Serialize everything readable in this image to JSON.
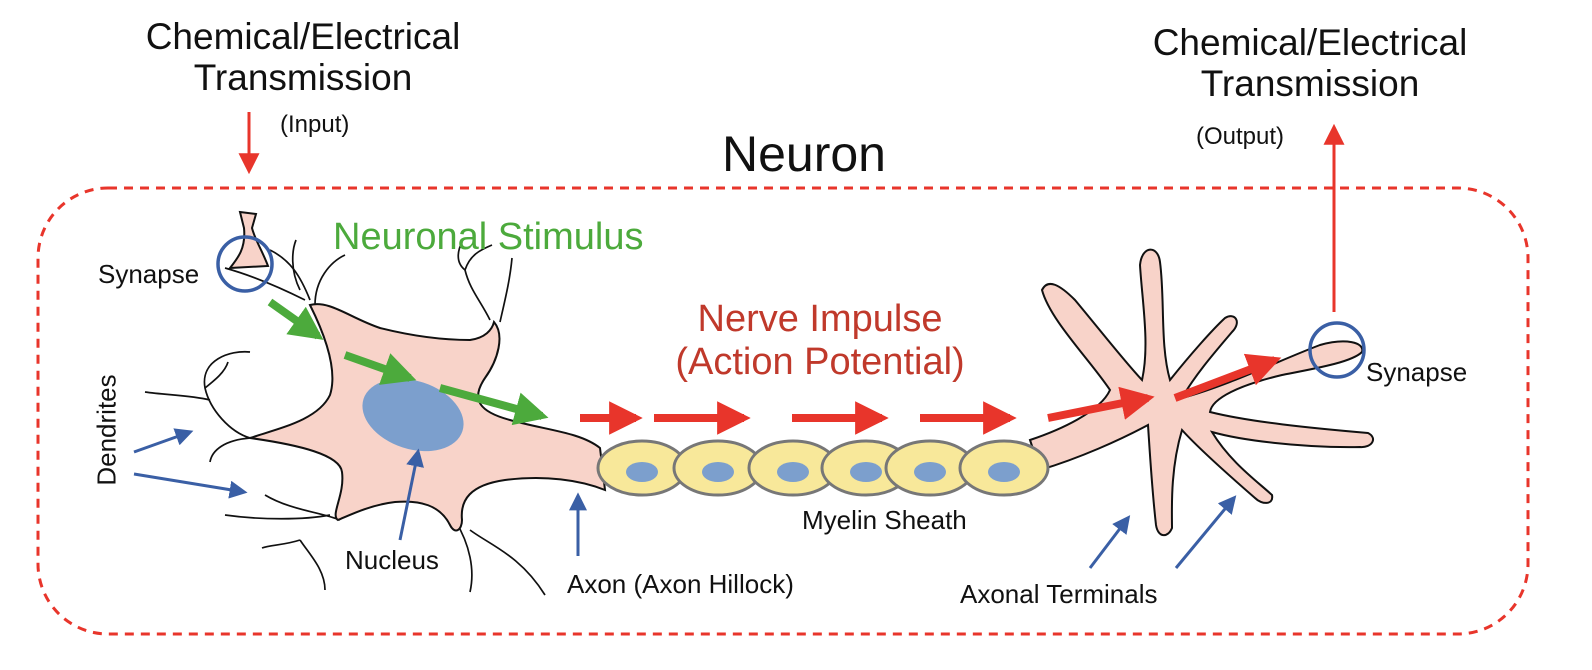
{
  "title": "Neuron",
  "input": {
    "line1": "Chemical/Electrical",
    "line2": "Transmission",
    "tag": "(Input)"
  },
  "output": {
    "line1": "Chemical/Electrical",
    "line2": "Transmission",
    "tag": "(Output)"
  },
  "stimulus_label": "Neuronal  Stimulus",
  "impulse_label": {
    "line1": "Nerve Impulse",
    "line2": "(Action Potential)"
  },
  "labels": {
    "synapse_left": "Synapse",
    "synapse_right": "Synapse",
    "dendrites": "Dendrites",
    "nucleus": "Nucleus",
    "axon": "Axon (Axon Hillock)",
    "myelin": "Myelin Sheath",
    "terminals": "Axonal Terminals"
  },
  "colors": {
    "red_arrow": "#e8352b",
    "green_arrow": "#4caa3c",
    "blue_arrow": "#3a5fa5",
    "cell_fill": "#f8d3c9",
    "nucleus_fill": "#7c9fcd",
    "myelin_fill": "#f8e89a",
    "stimulus_text": "#4caa3c",
    "impulse_text": "#c0392b"
  }
}
